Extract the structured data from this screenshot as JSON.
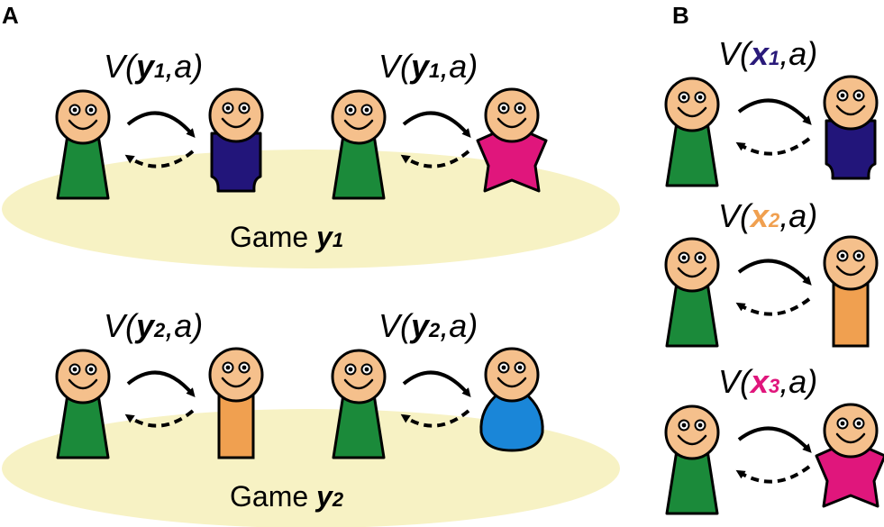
{
  "panels": {
    "a": {
      "label": "A",
      "games": [
        {
          "name": "Game y1",
          "game_word": "Game",
          "var": "y",
          "sub": "1",
          "pairs": [
            {
              "label_prefix": "V(",
              "var": "y",
              "sub": "1",
              "label_suffix": ",a)",
              "partner": "navy-notched-body"
            },
            {
              "label_prefix": "V(",
              "var": "y",
              "sub": "1",
              "label_suffix": ",a)",
              "partner": "magenta-star-body"
            }
          ]
        },
        {
          "name": "Game y2",
          "game_word": "Game",
          "var": "y",
          "sub": "2",
          "pairs": [
            {
              "label_prefix": "V(",
              "var": "y",
              "sub": "2",
              "label_suffix": ",a)",
              "partner": "orange-rectangle-body"
            },
            {
              "label_prefix": "V(",
              "var": "y",
              "sub": "2",
              "label_suffix": ",a)",
              "partner": "blue-round-body"
            }
          ]
        }
      ]
    },
    "b": {
      "label": "B",
      "pairs": [
        {
          "label_prefix": "V(",
          "var": "x",
          "sub": "1",
          "label_suffix": ",a)",
          "var_color": "#2a1a7a",
          "partner": "navy-notched-body"
        },
        {
          "label_prefix": "V(",
          "var": "x",
          "sub": "2",
          "label_suffix": ",a)",
          "var_color": "#f0a050",
          "partner": "orange-rectangle-body"
        },
        {
          "label_prefix": "V(",
          "var": "x",
          "sub": "3",
          "label_suffix": ",a)",
          "var_color": "#e0167c",
          "partner": "magenta-star-body"
        }
      ]
    }
  },
  "colors": {
    "face": "#f5c08c",
    "green_body": "#1b8a3a",
    "navy": "#22157a",
    "magenta": "#e0167c",
    "orange": "#f0a050",
    "blue": "#1a86d8",
    "ellipse": "#f7f2c4",
    "stroke": "#000000"
  }
}
